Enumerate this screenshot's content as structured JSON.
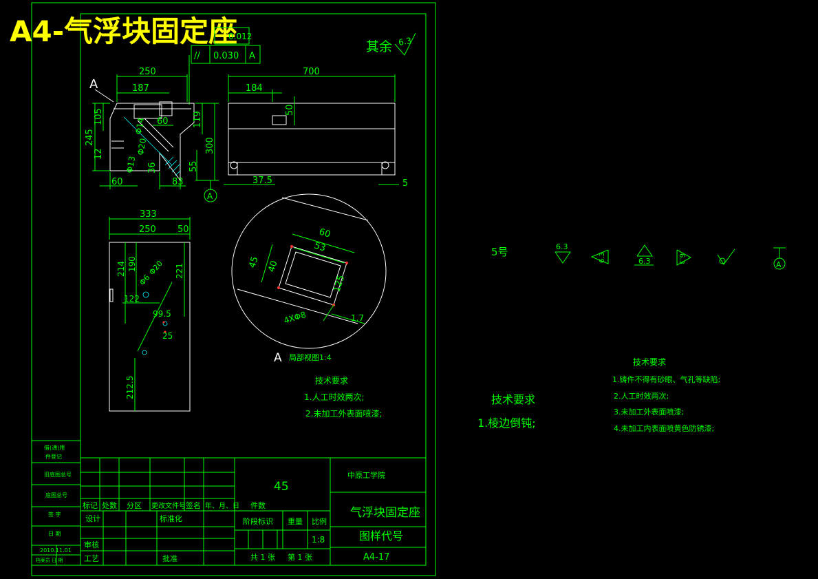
{
  "sheet_title": "A4-气浮块固定座",
  "surface_note": {
    "label": "其余",
    "value": "6.3"
  },
  "tolerance": {
    "symbol": "//",
    "value": "0.030",
    "datum": "A",
    "partial": "0.012"
  },
  "view_label": "A",
  "datum_label": "A",
  "front_view_dims": {
    "d250": "250",
    "d187": "187",
    "d105": "105",
    "d245": "245",
    "d12": "12",
    "d119": "119",
    "d60": "60",
    "d300": "300",
    "d36": "36",
    "d55": "55",
    "d83": "83",
    "d60b": "60",
    "d13": "Φ13",
    "d14": "Φ14",
    "d20": "Φ20"
  },
  "top_view_dims": {
    "d700": "700",
    "d184": "184",
    "d50": "50",
    "d375": "37.5",
    "d5": "5"
  },
  "side_view_dims": {
    "d333": "333",
    "d250": "250",
    "d50": "50",
    "d214": "214",
    "d190": "190",
    "d221": "221",
    "d122": "122",
    "d995": "99.5",
    "d2125": "212.5",
    "d25": "25",
    "d6": "Φ6",
    "d20": "Φ20"
  },
  "detail": {
    "caption": "局部视图1:4",
    "d60": "60",
    "d53": "53",
    "d45": "45",
    "d40": "40",
    "d125": "125",
    "d17": "1.7",
    "holes": "4XΦ8"
  },
  "left_notes": {
    "title": "技术要求",
    "items": [
      "1.人工时效两次;",
      "2.未加工外表面喷漆;"
    ]
  },
  "right_symbols": {
    "size_label": "5号",
    "roughness": [
      "6.3",
      "6.3",
      "6.3",
      "6.3"
    ],
    "datum": "A"
  },
  "right_notes_short": {
    "title": "技术要求",
    "item": "1.棱边倒钝;"
  },
  "right_notes": {
    "title": "技术要求",
    "items": [
      "1.铸件不得有砂眼、气孔等缺陷;",
      "2.人工时效两次;",
      "3.未加工外表面喷漆;",
      "4.未加工内表面喷黄色防锈漆;"
    ]
  },
  "left_strip": [
    "借(通)用",
    "件登记",
    "旧底图总号",
    "底图总号",
    "签 字",
    "日 期",
    "2010.11.01",
    "档案员  日 期"
  ],
  "title_block": {
    "material": "45",
    "school": "中原工学院",
    "part_name": "气浮块固定座",
    "drawing_code_label": "图样代号",
    "drawing_code": "A4-17",
    "headers": [
      "标记",
      "处数",
      "分区",
      "更改文件号",
      "签名",
      "年、月、日",
      "件数"
    ],
    "design": "设计",
    "standard": "标准化",
    "review": "审核",
    "process": "工艺",
    "approve": "批准",
    "stage": "阶段标识",
    "weight": "重量",
    "scale_label": "比例",
    "scale": "1:8",
    "sheets_total": "共 1 张",
    "sheet_no": "第 1 张"
  }
}
